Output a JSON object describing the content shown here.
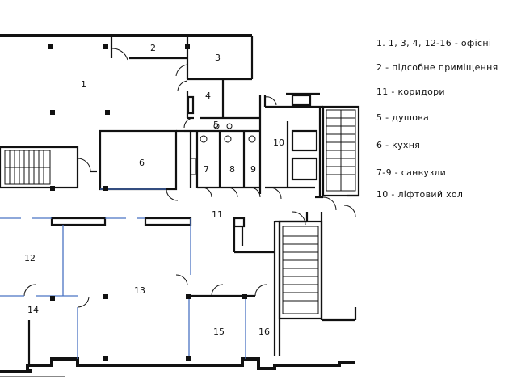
{
  "rooms": {
    "r1": "1",
    "r2": "2",
    "r3": "3",
    "r4": "4",
    "r5": "5",
    "r6": "6",
    "r7": "7",
    "r8": "8",
    "r9": "9",
    "r10": "10",
    "r11": "11",
    "r12": "12",
    "r13": "13",
    "r14": "14",
    "r15": "15",
    "r16": "16"
  },
  "legend": [
    "1. 1, 3, 4, 12-16 - офісні",
    "2 - підсобне приміщення",
    "11 - коридори",
    "5 - душова",
    "6 - кухня",
    "7-9 - санвузли",
    "10 - ліфтовий хол"
  ],
  "colors": {
    "walls": "#111111",
    "partitions": "#4a74c4"
  }
}
